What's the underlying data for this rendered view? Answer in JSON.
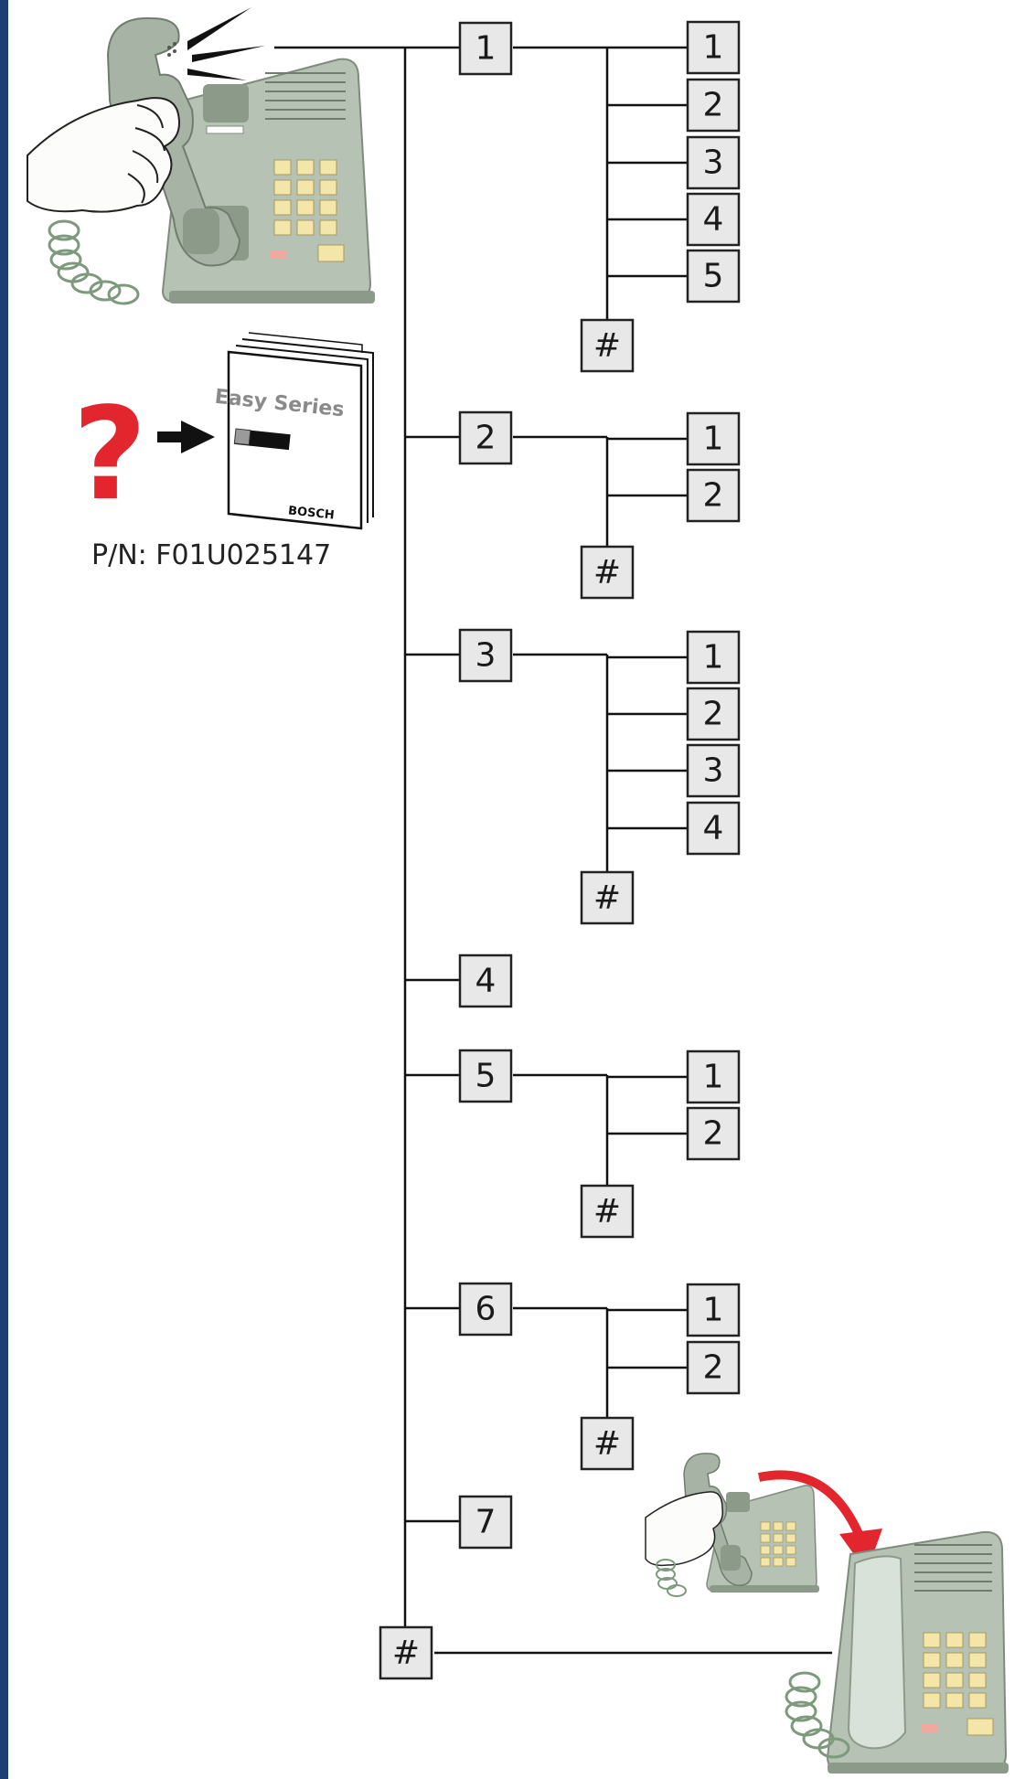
{
  "manual": {
    "part_number": "P/N: F01U025147",
    "cover_title": "Easy Series",
    "brand": "BOSCH"
  },
  "question_mark": "?",
  "hash_symbol": "#",
  "root_hash_label": "#",
  "menu": [
    {
      "label": "1",
      "children": [
        "1",
        "2",
        "3",
        "4",
        "5"
      ],
      "back": "#"
    },
    {
      "label": "2",
      "children": [
        "1",
        "2"
      ],
      "back": "#"
    },
    {
      "label": "3",
      "children": [
        "1",
        "2",
        "3",
        "4"
      ],
      "back": "#"
    },
    {
      "label": "4",
      "children": [],
      "back": null
    },
    {
      "label": "5",
      "children": [
        "1",
        "2"
      ],
      "back": "#"
    },
    {
      "label": "6",
      "children": [
        "1",
        "2"
      ],
      "back": "#"
    },
    {
      "label": "7",
      "children": [],
      "back": null
    }
  ],
  "colors": {
    "phone_body": "#b6c2b4",
    "phone_dark": "#8c9a8a",
    "keypad": "#f3e6a8",
    "question": "#e3262d",
    "arrow_red": "#e3262d",
    "stripe": "#1d3f78",
    "box_fill": "#e8e8e8"
  },
  "icons": [
    "telephone-offhook-icon",
    "manual-book-icon",
    "question-mark-icon",
    "hangup-telephone-icon"
  ]
}
